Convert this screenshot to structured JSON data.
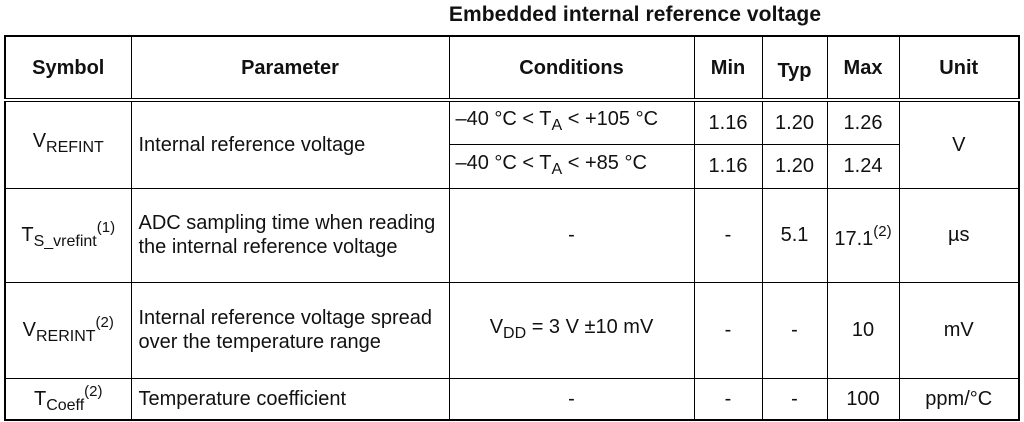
{
  "title": "Embedded internal reference voltage",
  "table": {
    "headers": {
      "symbol": "Symbol",
      "parameter": "Parameter",
      "conditions": "Conditions",
      "min": "Min",
      "typ": "Typ",
      "max": "Max",
      "unit": "Unit"
    },
    "rows": [
      {
        "symbol_main": "V",
        "symbol_sub": "REFINT",
        "symbol_sup": "",
        "parameter": "Internal reference voltage",
        "unit": "V",
        "conditions": [
          {
            "pre": "–40 °C < T",
            "sub": "A",
            "post": " < +105 °C",
            "min": "1.16",
            "typ": "1.20",
            "max": "1.26"
          },
          {
            "pre": "–40 °C < T",
            "sub": "A",
            "post": " < +85 °C",
            "min": "1.16",
            "typ": "1.20",
            "max": "1.24"
          }
        ]
      },
      {
        "symbol_main": "T",
        "symbol_sub": "S_vrefint",
        "symbol_sup": "(1)",
        "parameter": "ADC sampling time when reading the internal reference voltage",
        "conditions_text": "-",
        "min": "-",
        "typ": "5.1",
        "max": "17.1",
        "max_sup": "(2)",
        "unit": "µs"
      },
      {
        "symbol_main": "V",
        "symbol_sub": "RERINT",
        "symbol_sup": "(2)",
        "parameter": "Internal reference voltage spread over the temperature range",
        "cond_pre": "V",
        "cond_sub": "DD",
        "cond_post": " = 3 V ±10 mV",
        "min": "-",
        "typ": "-",
        "max": "10",
        "unit": "mV"
      },
      {
        "symbol_main": "T",
        "symbol_sub": "Coeff",
        "symbol_sup": "(2)",
        "parameter": "Temperature coefficient",
        "conditions_text": "-",
        "min": "-",
        "typ": "-",
        "max": "100",
        "unit": "ppm/°C"
      }
    ]
  }
}
